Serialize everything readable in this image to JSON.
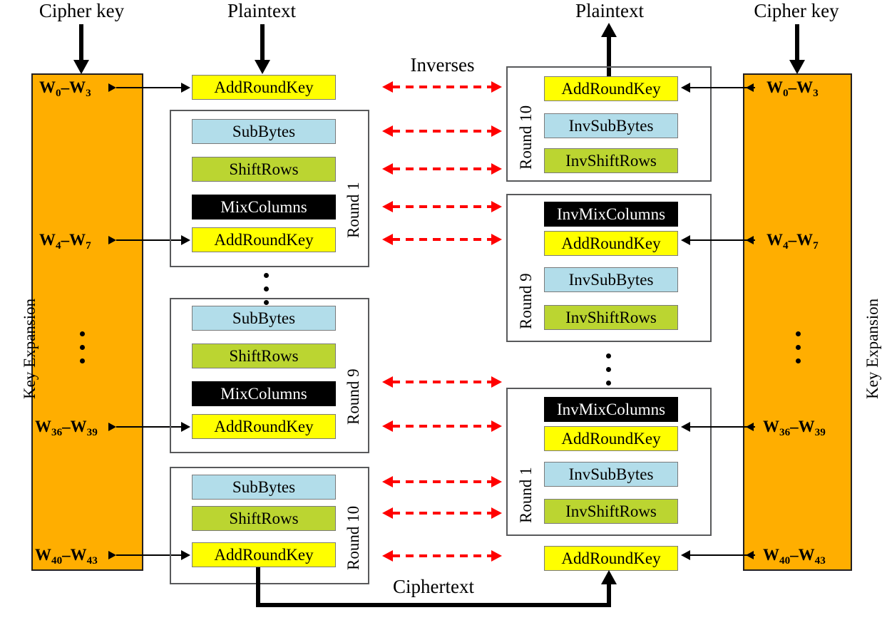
{
  "diagram": {
    "title": "AES encryption and decryption process",
    "colors": {
      "key_expansion": "#FFAE00",
      "add_round_key": "#FFFF00",
      "sub_bytes": "#B2DDEA",
      "shift_rows": "#BBD531",
      "mix_columns": "#000000",
      "inverses_arrow": "#FF0000",
      "connector": "#000000",
      "round_border": "#58595B"
    }
  },
  "labels": {
    "cipher_key_left": "Cipher key",
    "plaintext_left": "Plaintext",
    "plaintext_right": "Plaintext",
    "cipher_key_right": "Cipher key",
    "inverses": "Inverses",
    "ciphertext": "Ciphertext",
    "key_expansion_left": "Key Expansion",
    "key_expansion_right": "Key Expansion"
  },
  "ops": {
    "add_round_key": "AddRoundKey",
    "sub_bytes": "SubBytes",
    "shift_rows": "ShiftRows",
    "mix_columns": "MixColumns",
    "inv_sub_bytes": "InvSubBytes",
    "inv_shift_rows": "InvShiftRows",
    "inv_mix_columns": "InvMixColumns"
  },
  "key_words": {
    "w0": {
      "from": "W",
      "from_sub": "0",
      "to": "W",
      "to_sub": "3"
    },
    "w4": {
      "from": "W",
      "from_sub": "4",
      "to": "W",
      "to_sub": "7"
    },
    "w36": {
      "from": "W",
      "from_sub": "36",
      "to": "W",
      "to_sub": "39"
    },
    "w40": {
      "from": "W",
      "from_sub": "40",
      "to": "W",
      "to_sub": "43"
    }
  },
  "encryption": {
    "side": "left",
    "initial": {
      "op": "AddRoundKey",
      "key": "W0-W3"
    },
    "rounds": [
      {
        "name": "Round 1",
        "steps": [
          "SubBytes",
          "ShiftRows",
          "MixColumns",
          "AddRoundKey"
        ],
        "key": "W4-W7"
      },
      {
        "name": "Round 9",
        "steps": [
          "SubBytes",
          "ShiftRows",
          "MixColumns",
          "AddRoundKey"
        ],
        "key": "W36-W39"
      },
      {
        "name": "Round 10",
        "steps": [
          "SubBytes",
          "ShiftRows",
          "AddRoundKey"
        ],
        "key": "W40-W43"
      }
    ],
    "round_labels": {
      "r1": "Round 1",
      "r9": "Round 9",
      "r10": "Round 10"
    }
  },
  "decryption": {
    "side": "right",
    "rounds": [
      {
        "name": "Round 10",
        "steps": [
          "AddRoundKey",
          "InvSubBytes",
          "InvShiftRows"
        ],
        "key": "W0-W3"
      },
      {
        "name": "Round 9",
        "steps": [
          "InvMixColumns",
          "AddRoundKey",
          "InvSubBytes",
          "InvShiftRows"
        ],
        "key": "W4-W7"
      },
      {
        "name": "Round 1",
        "steps": [
          "InvMixColumns",
          "AddRoundKey",
          "InvSubBytes",
          "InvShiftRows"
        ],
        "key": "W36-W39"
      }
    ],
    "final": {
      "op": "AddRoundKey",
      "key": "W40-W43"
    },
    "round_labels": {
      "r10": "Round 10",
      "r9": "Round 9",
      "r1": "Round 1"
    }
  },
  "inverses_rows": 10
}
